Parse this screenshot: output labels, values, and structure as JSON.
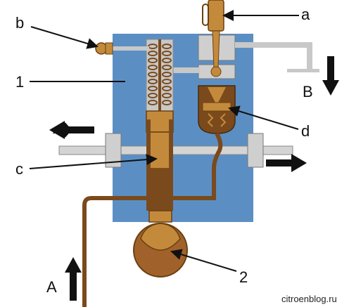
{
  "labels": {
    "a": "a",
    "b": "b",
    "c": "c",
    "d": "d",
    "one": "1",
    "two": "2",
    "A": "A",
    "B": "B"
  },
  "watermark": "citroenblog.ru",
  "colors": {
    "body_blue": "#5b8fc4",
    "brown": "#7a4a1c",
    "tan": "#c48a3c",
    "grey": "#c8c8c8",
    "dark": "#111111"
  }
}
